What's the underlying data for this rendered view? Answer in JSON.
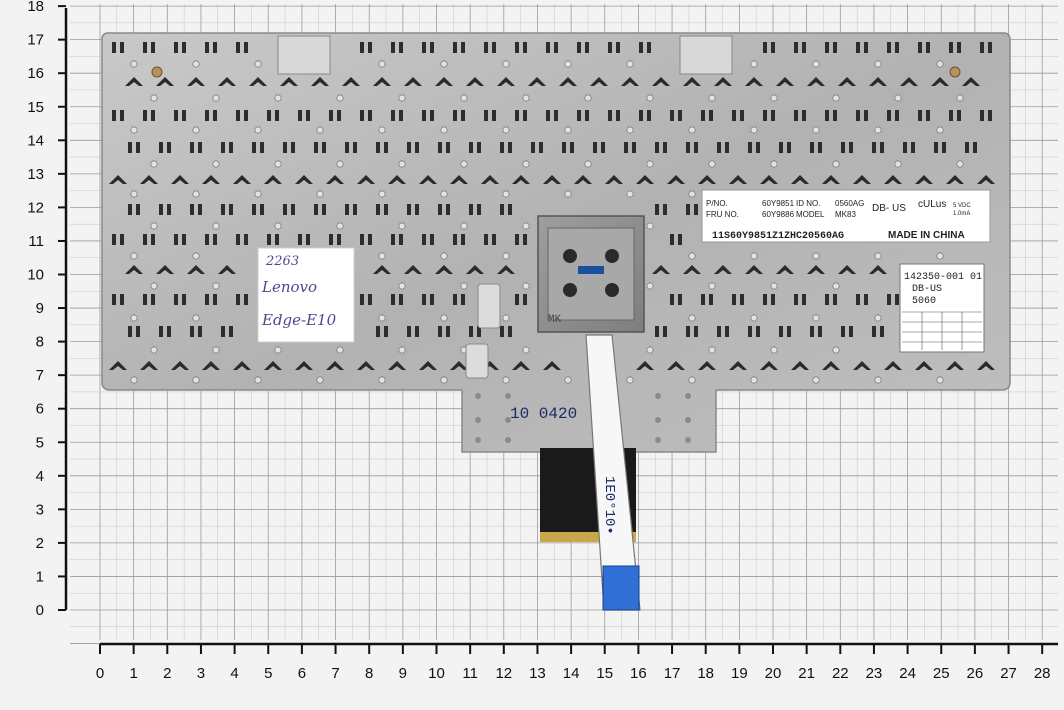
{
  "photo": {
    "subject": "keyboard-underside-on-grid",
    "colors": {
      "background": "#f2f2f2",
      "grid_line": "#9a9a9a",
      "metal_plate": "#b9b9b9",
      "key_hole": "#2a2a2a",
      "cable": "#f6f6f6",
      "cable_tip": "#2f6fd6",
      "connector": "#1a1a1a"
    }
  },
  "ruler": {
    "x_ticks": [
      "0",
      "1",
      "2",
      "3",
      "4",
      "5",
      "6",
      "7",
      "8",
      "9",
      "10",
      "11",
      "12",
      "13",
      "14",
      "15",
      "16",
      "17",
      "18",
      "19",
      "20",
      "21",
      "22",
      "23",
      "24",
      "25",
      "26",
      "27",
      "28"
    ],
    "y_ticks": [
      "0",
      "1",
      "2",
      "3",
      "4",
      "5",
      "6",
      "7",
      "8",
      "9",
      "10",
      "11",
      "12",
      "13",
      "14",
      "15",
      "16",
      "17",
      "18"
    ]
  },
  "label_main": {
    "pno_label": "P/NO.",
    "pno_value": "60Y9851",
    "idno_label": "ID  NO.",
    "idno_value": "0560AG",
    "fru_label": "FRU  NO.",
    "fru_value": "60Y9886",
    "model_label": "MODEL",
    "model_value": "MK83",
    "layout_code": "DB-  US",
    "ul_mark": "cULus",
    "power": "5 VDC",
    "current": "1.0mA",
    "barcode_text": "11S60Y9851Z1ZHC20560AG",
    "origin": "MADE IN CHINA"
  },
  "label_side": {
    "part": "142350-001 01",
    "layout": "DB-US",
    "code": "5060"
  },
  "handwritten_note": {
    "line1": "2263",
    "line2": "Lenovo",
    "line3": "Edge-E10"
  },
  "board_stamp": "10 0420",
  "cable_stamp": "1E0°10•",
  "chip_mark": "MK"
}
